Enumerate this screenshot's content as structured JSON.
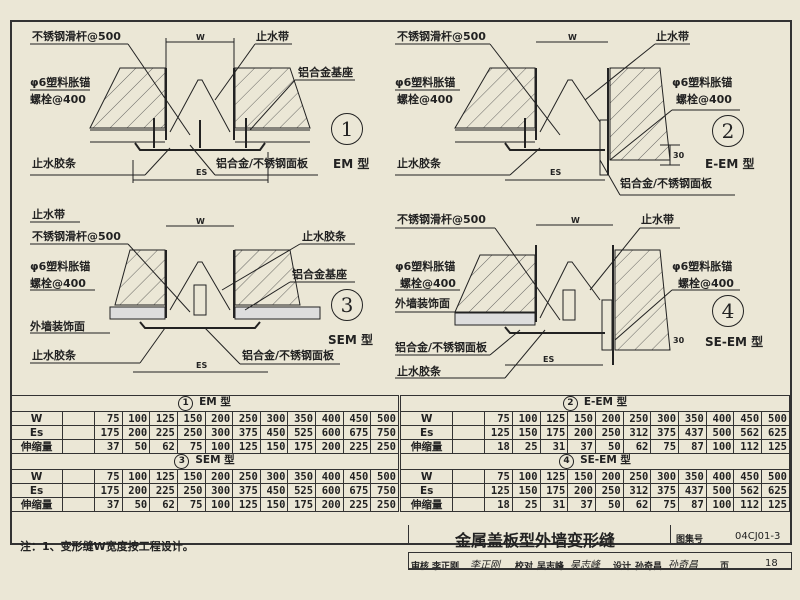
{
  "details": [
    {
      "num": "1",
      "type": "EM 型",
      "labels": {
        "rod": "不锈钢滑杆@500",
        "w": "W",
        "waterstop": "止水带",
        "base": "铝合金基座",
        "anchor": "φ6塑料胀锚",
        "bolt": "螺栓@400",
        "strip": "止水胶条",
        "panel": "铝合金/不锈钢面板",
        "es": "ES"
      }
    },
    {
      "num": "2",
      "type": "E-EM 型",
      "labels": {
        "rod": "不锈钢滑杆@500",
        "w": "W",
        "waterstop": "止水带",
        "anchor": "φ6塑料胀锚",
        "bolt": "螺栓@400",
        "anchor2": "φ6塑料胀锚",
        "bolt2": "螺栓@400",
        "strip": "止水胶条",
        "panel": "铝合金/不锈钢面板",
        "es": "ES",
        "dim": "30"
      }
    },
    {
      "num": "3",
      "type": "SEM 型",
      "labels": {
        "waterstop": "止水带",
        "rod": "不锈钢滑杆@500",
        "strip_top": "止水胶条",
        "anchor": "φ6塑料胀锚",
        "base": "铝合金基座",
        "bolt": "螺栓@400",
        "facade": "外墙装饰面",
        "strip": "止水胶条",
        "panel": "铝合金/不锈钢面板",
        "es": "ES",
        "w": "W"
      }
    },
    {
      "num": "4",
      "type": "SE-EM 型",
      "labels": {
        "rod": "不锈钢滑杆@500",
        "w": "W",
        "waterstop": "止水带",
        "anchor": "φ6塑料胀锚",
        "bolt": "螺栓@400",
        "anchor2": "φ6塑料胀锚",
        "bolt2": "螺栓@400",
        "facade": "外墙装饰面",
        "panel": "铝合金/不锈钢面板",
        "strip": "止水胶条",
        "es": "ES",
        "dim": "30"
      }
    }
  ],
  "tables": {
    "left": [
      {
        "title_num": "1",
        "title": "EM 型",
        "rows": [
          {
            "label": "W",
            "values": [
              75,
              100,
              125,
              150,
              200,
              250,
              300,
              350,
              400,
              450,
              500
            ]
          },
          {
            "label": "Es",
            "values": [
              175,
              200,
              225,
              250,
              300,
              375,
              450,
              525,
              600,
              675,
              750
            ]
          },
          {
            "label": "伸缩量",
            "values": [
              37,
              50,
              62,
              75,
              100,
              125,
              150,
              175,
              200,
              225,
              250
            ]
          }
        ]
      },
      {
        "title_num": "3",
        "title": "SEM 型",
        "rows": [
          {
            "label": "W",
            "values": [
              75,
              100,
              125,
              150,
              200,
              250,
              300,
              350,
              400,
              450,
              500
            ]
          },
          {
            "label": "Es",
            "values": [
              175,
              200,
              225,
              250,
              300,
              375,
              450,
              525,
              600,
              675,
              750
            ]
          },
          {
            "label": "伸缩量",
            "values": [
              37,
              50,
              62,
              75,
              100,
              125,
              150,
              175,
              200,
              225,
              250
            ]
          }
        ]
      }
    ],
    "right": [
      {
        "title_num": "2",
        "title": "E-EM 型",
        "rows": [
          {
            "label": "W",
            "values": [
              75,
              100,
              125,
              150,
              200,
              250,
              300,
              350,
              400,
              450,
              500
            ]
          },
          {
            "label": "Es",
            "values": [
              125,
              150,
              175,
              200,
              250,
              312,
              375,
              437,
              500,
              562,
              625
            ]
          },
          {
            "label": "伸缩量",
            "values": [
              18,
              25,
              31,
              37,
              50,
              62,
              75,
              87,
              100,
              112,
              125
            ]
          }
        ]
      },
      {
        "title_num": "4",
        "title": "SE-EM 型",
        "rows": [
          {
            "label": "W",
            "values": [
              75,
              100,
              125,
              150,
              200,
              250,
              300,
              350,
              400,
              450,
              500
            ]
          },
          {
            "label": "Es",
            "values": [
              125,
              150,
              175,
              200,
              250,
              312,
              375,
              437,
              500,
              562,
              625
            ]
          },
          {
            "label": "伸缩量",
            "values": [
              18,
              25,
              31,
              37,
              50,
              62,
              75,
              87,
              100,
              112,
              125
            ]
          }
        ]
      }
    ]
  },
  "titleblock": {
    "note": "注：1、变形缝W宽度按工程设计。",
    "title": "金属盖板型外墙变形缝",
    "atlas_label": "图集号",
    "atlas_no": "04CJ01-3",
    "review_label": "审核",
    "reviewer": "李正刚",
    "review_sig": "李正刚",
    "check_label": "校对",
    "checker": "吴志峰",
    "check_sig": "吴志峰",
    "design_label": "设计",
    "designer": "孙奇昌",
    "design_sig": "孙奇昌",
    "page_label": "页",
    "page_no": "18"
  }
}
